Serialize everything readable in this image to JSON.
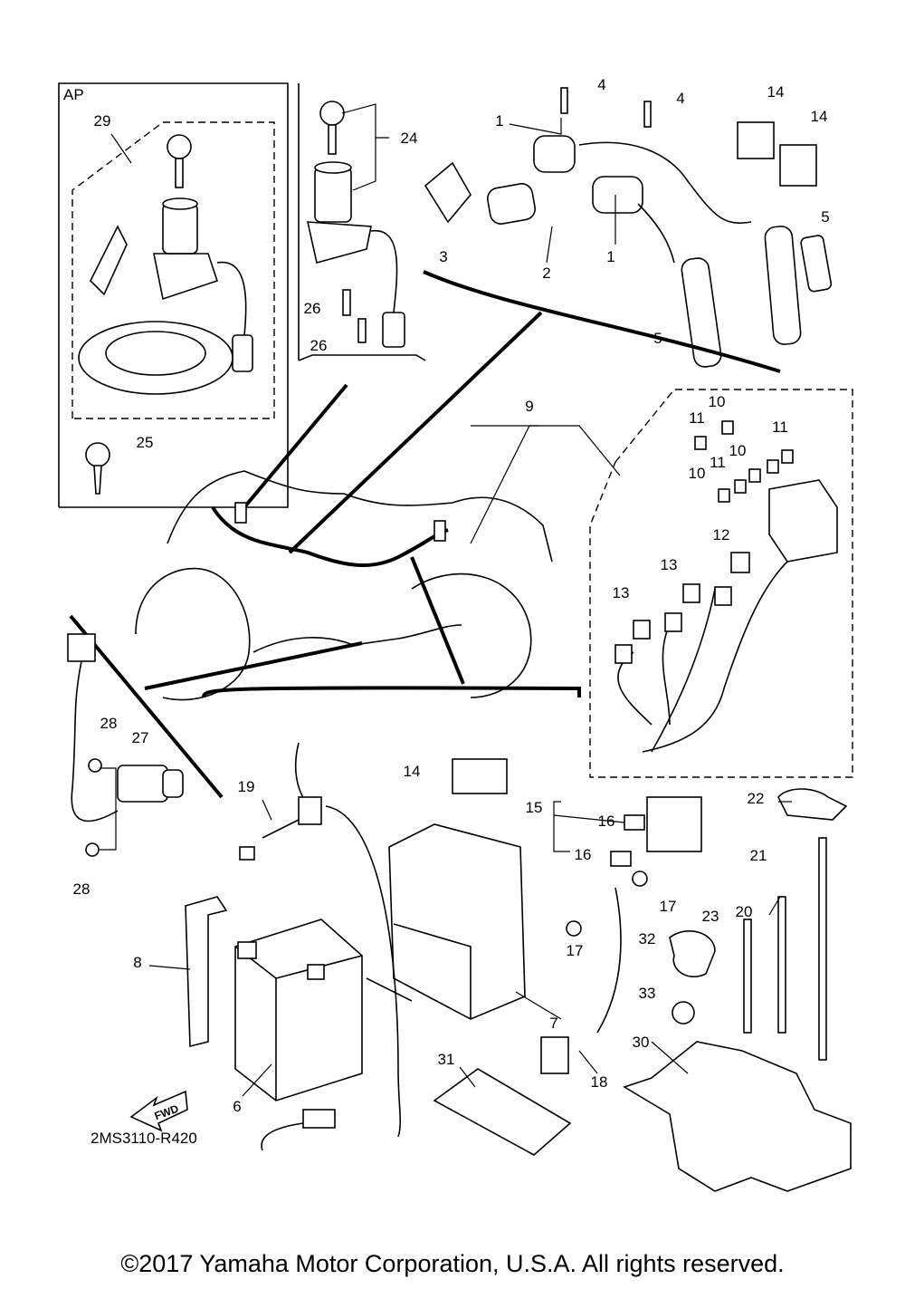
{
  "callouts": [
    "4",
    "4",
    "14",
    "14",
    "1",
    "24",
    "29",
    "AP",
    "3",
    "2",
    "1",
    "5",
    "5",
    "26",
    "26",
    "25",
    "9",
    "10",
    "11",
    "10",
    "11",
    "11",
    "10",
    "12",
    "13",
    "13",
    "28",
    "27",
    "28",
    "14",
    "19",
    "15",
    "16",
    "16",
    "22",
    "21",
    "20",
    "23",
    "32",
    "17",
    "17",
    "8",
    "33",
    "7",
    "30",
    "31",
    "18",
    "6",
    "2MS3110-R420"
  ],
  "fwd_label": "FWD",
  "copyright": "©2017 Yamaha Motor Corporation, U.S.A. All rights reserved."
}
